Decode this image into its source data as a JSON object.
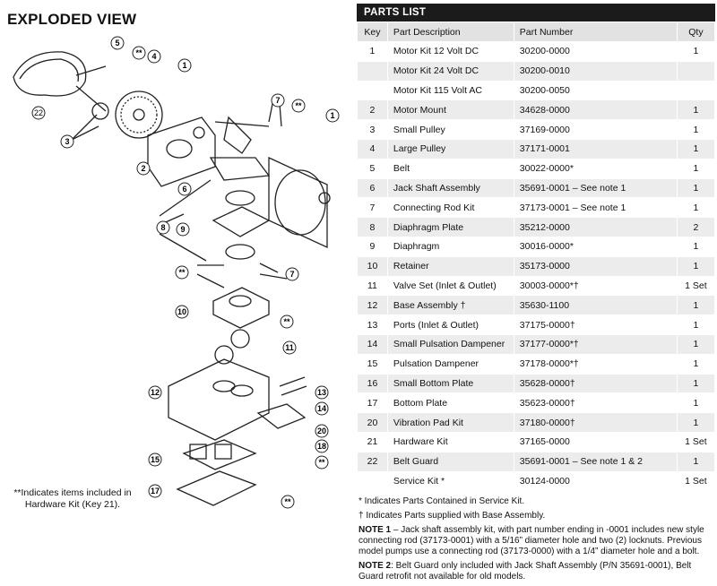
{
  "left": {
    "title": "EXPLODED VIEW",
    "callouts": [
      "1",
      "2",
      "3",
      "4",
      "5",
      "**",
      "1",
      "6",
      "7",
      "**",
      "1",
      "8",
      "9",
      "**",
      "7",
      "10",
      "**",
      "11",
      "12",
      "13",
      "14",
      "20",
      "18",
      "15",
      "**",
      "17",
      "**",
      "22"
    ],
    "footnote": "**Indicates items included in Hardware Kit (Key 21)."
  },
  "parts": {
    "banner": "PARTS LIST",
    "headers": {
      "key": "Key",
      "desc": "Part Description",
      "pn": "Part Number",
      "qty": "Qty"
    },
    "rows": [
      {
        "key": "1",
        "desc": "Motor Kit 12 Volt DC",
        "pn": "30200-0000",
        "qty": "1"
      },
      {
        "key": "",
        "desc": "Motor Kit 24 Volt DC",
        "pn": "30200-0010",
        "qty": ""
      },
      {
        "key": "",
        "desc": "Motor Kit 115 Volt AC",
        "pn": "30200-0050",
        "qty": ""
      },
      {
        "key": "2",
        "desc": "Motor Mount",
        "pn": "34628-0000",
        "qty": "1"
      },
      {
        "key": "3",
        "desc": "Small Pulley",
        "pn": "37169-0000",
        "qty": "1"
      },
      {
        "key": "4",
        "desc": " Large Pulley",
        "pn": "37171-0001",
        "qty": "1"
      },
      {
        "key": "5",
        "desc": " Belt",
        "pn": "30022-0000*",
        "qty": "1"
      },
      {
        "key": "6",
        "desc": "Jack Shaft Assembly",
        "pn": "35691-0001 – See note 1",
        "qty": "1"
      },
      {
        "key": "7",
        "desc": "Connecting Rod Kit",
        "pn": "37173-0001 – See note 1",
        "qty": "1"
      },
      {
        "key": "8",
        "desc": "Diaphragm Plate",
        "pn": "35212-0000",
        "qty": "2"
      },
      {
        "key": "9",
        "desc": "Diaphragm",
        "pn": "30016-0000*",
        "qty": "1"
      },
      {
        "key": "10",
        "desc": "Retainer",
        "pn": "35173-0000",
        "qty": "1"
      },
      {
        "key": "11",
        "desc": "Valve Set (Inlet & Outlet)",
        "pn": "30003-0000*†",
        "qty": "1 Set"
      },
      {
        "key": "12",
        "desc": "Base Assembly †",
        "pn": "35630-1100",
        "qty": "1"
      },
      {
        "key": "13",
        "desc": "Ports (Inlet & Outlet)",
        "pn": "37175-0000†",
        "qty": "1"
      },
      {
        "key": "14",
        "desc": "Small Pulsation Dampener",
        "pn": "37177-0000*†",
        "qty": "1"
      },
      {
        "key": "15",
        "desc": "Pulsation Dampener",
        "pn": "37178-0000*†",
        "qty": "1"
      },
      {
        "key": "16",
        "desc": "Small Bottom Plate",
        "pn": "35628-0000†",
        "qty": "1"
      },
      {
        "key": "17",
        "desc": "Bottom Plate",
        "pn": "35623-0000†",
        "qty": "1"
      },
      {
        "key": "20",
        "desc": "Vibration Pad Kit",
        "pn": "37180-0000†",
        "qty": "1"
      },
      {
        "key": "21",
        "desc": "Hardware Kit",
        "pn": "37165-0000",
        "qty": "1 Set"
      },
      {
        "key": "22",
        "desc": "Belt Guard",
        "pn": "35691-0001 – See note 1 & 2",
        "qty": "1"
      },
      {
        "key": "",
        "desc": "Service Kit *",
        "pn": "30124-0000",
        "qty": "1 Set"
      }
    ]
  },
  "notes": {
    "service": "* Indicates Parts Contained in Service Kit.",
    "base": "† Indicates Parts supplied with Base Assembly.",
    "note1_label": "NOTE 1",
    "note1_text": " – Jack shaft assembly kit, with part number ending in -0001 includes new style connecting rod (37173-0001) with a 5/16” diameter hole and two (2) locknuts. Previous model pumps use a connecting rod (37173-0000) with a 1/4” diameter hole and a bolt.",
    "note2_label": "NOTE 2",
    "note2_text": ": Belt Guard only included with Jack Shaft Assembly (P/N 35691-0001), Belt Guard retrofit not available for old models."
  }
}
